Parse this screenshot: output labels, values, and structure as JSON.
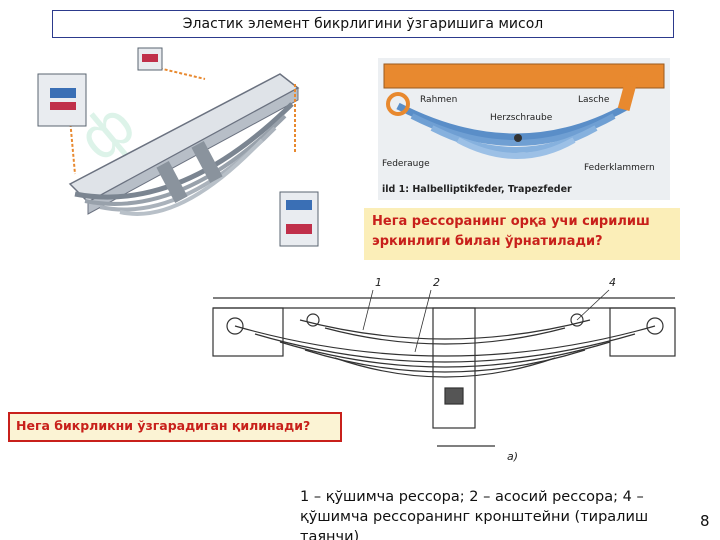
{
  "slide": {
    "title": "Эластик элемент бикрлигини ўзгаришига мисол",
    "question_1": "Нега рессоранинг орқа учи сирилиш эркинлиги билан ўрнатилади?",
    "question_2": "Нега бикрликни ўзгарадиган қилинади?",
    "caption": "1 – қўшимча рессора; 2 – асосий рессора; 4 – қўшимча рессоранинг кронштейни (тиралиш таянчи)",
    "page_number": "8"
  },
  "figure_photo": {
    "labels": {
      "rahmen": "Rahmen",
      "lasche": "Lasche",
      "herzschraube": "Herzschraube",
      "federauge": "Federauge",
      "federklammern": "Federklammern",
      "caption": "ild 1: Halbelliptikfeder, Trapezfeder"
    }
  },
  "figure_drawing": {
    "labels": {
      "n1": "1",
      "n2": "2",
      "n4": "4",
      "variant": "а)"
    }
  },
  "colors": {
    "title_border": "#2c3a8c",
    "question_text": "#c8201b",
    "question_bg": "#fbeeb8",
    "frame_orange": "#e8892f",
    "spring_blue": "#5a8ec8"
  }
}
